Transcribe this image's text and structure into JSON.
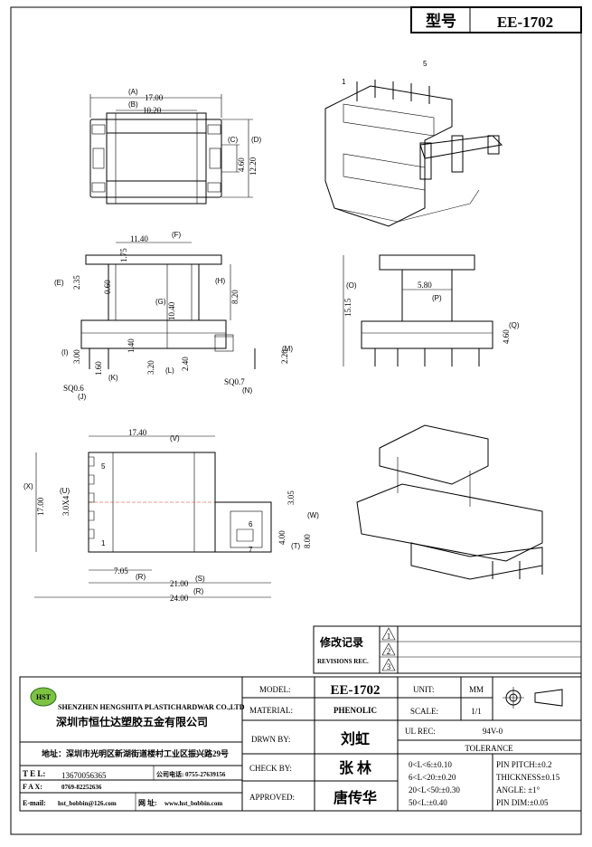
{
  "header": {
    "type_label": "型号",
    "model_code": "EE-1702"
  },
  "dims_top": {
    "w_outer": "17.00",
    "w_inner": "10.20",
    "h_inner": "4.60",
    "h_outer": "12.20",
    "tag_a": "(A)",
    "tag_b": "(B)",
    "tag_c": "(C)",
    "tag_d": "(D)"
  },
  "dims_front": {
    "d1175": "1.75",
    "d1140": "11.40",
    "d235": "2.35",
    "d060": "0.60",
    "d1040": "10.40",
    "d820": "8.20",
    "d300": "3.00",
    "d160": "1.60",
    "d140": "1.40",
    "d320": "3.20",
    "d240": "2.40",
    "d220": "2.20",
    "sq06": "SQ0.6",
    "sq07": "SQ0.7",
    "tag_e": "(E)",
    "tag_f": "(F)",
    "tag_g": "(G)",
    "tag_h": "(H)",
    "tag_i": "(I)",
    "tag_j": "(J)",
    "tag_k": "(K)",
    "tag_l": "(L)",
    "tag_m": "(M)",
    "tag_n": "(N)"
  },
  "dims_side": {
    "d1515": "15.15",
    "d580": "5.80",
    "d460": "4.60",
    "tag_o": "(O)",
    "tag_p": "(P)",
    "tag_q": "(Q)"
  },
  "dims_bottom": {
    "d1740": "17.40",
    "d1700": "17.00",
    "d30x4": "3.0X4",
    "d305": "3.05",
    "d400": "4.00",
    "d800": "8.00",
    "d705": "7.05",
    "d2100": "21.00",
    "d2400": "24.00",
    "tag_r": "(R)",
    "tag_s": "(S)",
    "tag_t": "(T)",
    "tag_u": "(U)",
    "tag_v": "(V)",
    "tag_w": "(W)",
    "tag_x": "(X)"
  },
  "pins": {
    "p1": "1",
    "p5": "5",
    "p6": "6",
    "p7": "7"
  },
  "revision": {
    "title": "修改记录",
    "subtitle": "REVISIONS REC.",
    "marks": [
      "1",
      "2",
      "3"
    ]
  },
  "company": {
    "logo": "HST",
    "name_en": "SHENZHEN HENGSHITA PLASTICHARDWAR CO.,LTD",
    "name_cn": "深圳市恒仕达塑胶五金有限公司",
    "address": "地址：深圳市光明区新湖街道楼村工业区振兴路29号",
    "tel_label": "T E L:",
    "tel": "13670056365",
    "office_label": "公司电话:",
    "office_tel": "0755-27639156",
    "fax_label": "F A X:",
    "fax": "0769-82252636",
    "email_label": "E-mail:",
    "email": "hst_bobbin@126.com",
    "web_label": "网 址:",
    "web": "www.hst_bobbin.com"
  },
  "titleblock": {
    "model_label": "MODEL:",
    "model": "EE-1702",
    "material_label": "MATERIAL:",
    "material": "PHENOLIC",
    "drawn_label": "DRWN BY:",
    "drawn": "刘虹",
    "check_label": "CHECK BY:",
    "check": "张  林",
    "approved_label": "APPROVED:",
    "approved": "唐传华",
    "unit_label": "UNIT:",
    "unit": "MM",
    "scale_label": "SCALE:",
    "scale": "1/1",
    "ul_label": "UL REC:",
    "ul": "94V-0",
    "tolerance_label": "TOLERANCE",
    "tolerances": [
      "0<L<6:±0.10",
      "6<L<20:±0.20",
      "20<L<50:±0.30",
      "50<L:±0.40"
    ],
    "tolerances_right": [
      "PIN PITCH:±0.2",
      "THICKNESS±0.15",
      "ANGLE: ±1°",
      "PIN DIM:±0.05"
    ]
  }
}
